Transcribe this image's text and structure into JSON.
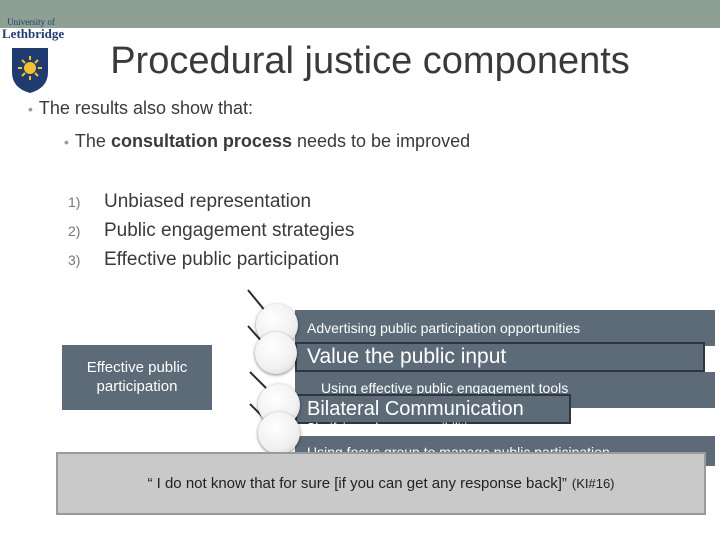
{
  "logo": {
    "line1": "University of",
    "line2": "Lethbridge"
  },
  "slide": {
    "title": "Procedural justice components",
    "bullet1": "The results also show that:",
    "bullet2_prefix": "The ",
    "bullet2_bold": "consultation process",
    "bullet2_suffix": " needs to be improved",
    "numbered": [
      {
        "num": "1)",
        "text": "Unbiased representation"
      },
      {
        "num": "2)",
        "text": "Public engagement strategies"
      },
      {
        "num": "3)",
        "text": "Effective public participation"
      }
    ]
  },
  "diagram": {
    "center": "Effective public participation",
    "items": [
      "Advertising public participation opportunities",
      "Value the public input",
      "Using effective public engagement tools",
      "Bilateral Communication",
      "Clarifying roles responsibilities",
      "Using focus group to manage public participation"
    ]
  },
  "quote": {
    "text": "“ I do not know that for sure [if you can get any response back]”",
    "ref": "(KI#16)"
  },
  "colors": {
    "topbar": "#8ea093",
    "box": "#5d6b79",
    "quote_bg": "#c9c9c9"
  }
}
